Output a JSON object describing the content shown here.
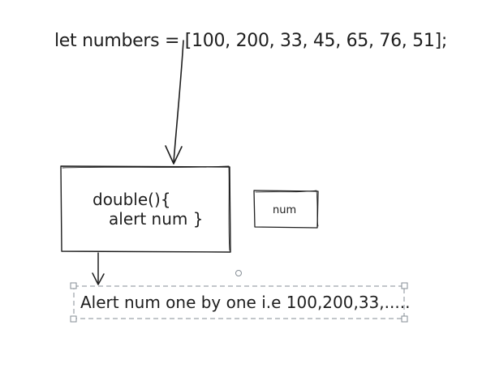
{
  "code": {
    "numbers_line": "let numbers = [100, 200, 33, 45, 65, 76, 51];"
  },
  "function_box": {
    "line1": "double(){",
    "line2": "alert num }"
  },
  "num_box": {
    "label": "num"
  },
  "note": {
    "text": "Alert num one by one i.e 100,200,33,....."
  }
}
